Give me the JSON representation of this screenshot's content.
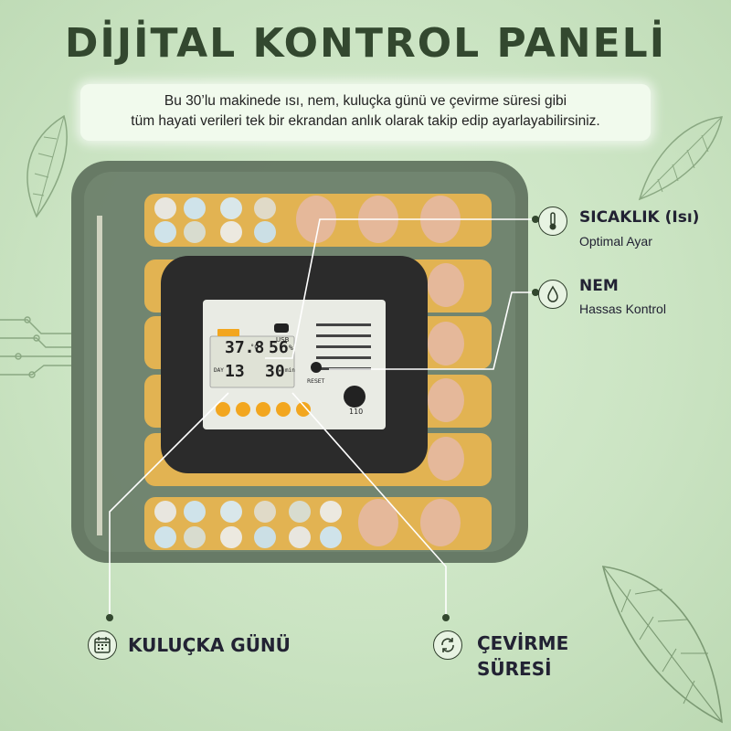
{
  "title": "DİJİTAL KONTROL PANELİ",
  "subtitle_line1": "Bu 30’lu makinede ısı, nem, kuluçka günü ve çevirme süresi gibi",
  "subtitle_line2": "tüm hayati verileri tek bir ekrandan anlık olarak takip edip ayarlayabilirsiniz.",
  "callouts": {
    "temperature": {
      "title": "SICAKLIK (Isı)",
      "sub": "Optimal Ayar",
      "icon": "thermometer-icon"
    },
    "humidity": {
      "title": "NEM",
      "sub": "Hassas Kontrol",
      "icon": "water-drop-icon"
    },
    "incubation_day": {
      "title": "KULUÇKA GÜNÜ",
      "icon": "calendar-icon"
    },
    "turning_time": {
      "title_line1": "ÇEVİRME",
      "title_line2": "SÜRESİ",
      "icon": "rotate-icon"
    }
  },
  "display": {
    "temperature": "37.8",
    "temp_unit": "°C",
    "humidity": "56",
    "humidity_unit": "%",
    "day": "13",
    "day_label": "DAY",
    "minutes": "30",
    "minutes_unit": "min",
    "usb_label": "USB",
    "reset_label": "RESET",
    "power_label": "110"
  },
  "colors": {
    "accent": "#33482f",
    "tray": "#e2b352",
    "lid": "#5d6f5d",
    "panel": "#2b2b2b"
  }
}
